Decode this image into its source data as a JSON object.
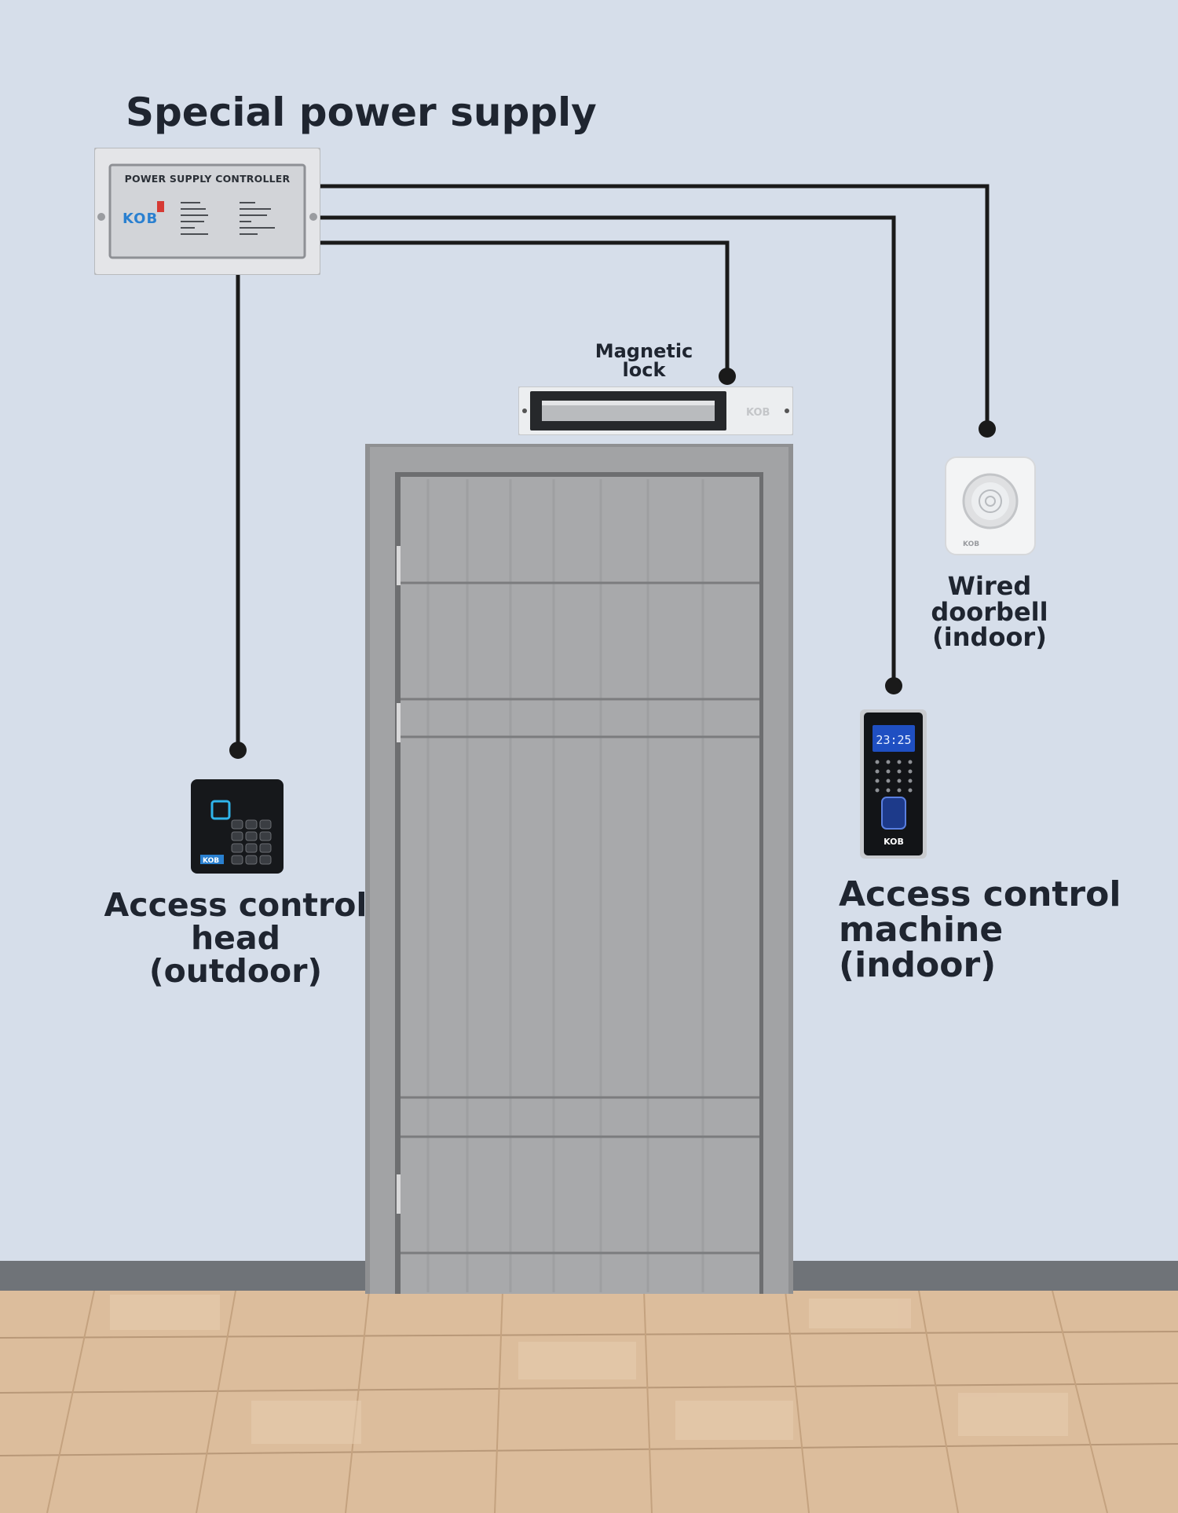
{
  "title": "Special power supply",
  "power_supply": {
    "panel_title": "POWER SUPPLY CONTROLLER",
    "brand": "KOB"
  },
  "labels": {
    "magnetic_lock": [
      "Magnetic",
      "lock"
    ],
    "wired_doorbell": [
      "Wired",
      "doorbell",
      "(indoor)"
    ],
    "access_control_head": [
      "Access control",
      "head (outdoor)"
    ],
    "access_control_machine": [
      "Access control",
      "machine (indoor)"
    ]
  },
  "devices": {
    "machine_clock": "23:25",
    "machine_brand": "KOB",
    "reader_brand": "KOB",
    "lock_brand": "KOB",
    "doorbell_brand": "KOB"
  },
  "colors": {
    "wall": "#d6deea",
    "wire": "#1a1a1a",
    "door": "#9a9b9d",
    "floor": "#d9b896"
  }
}
